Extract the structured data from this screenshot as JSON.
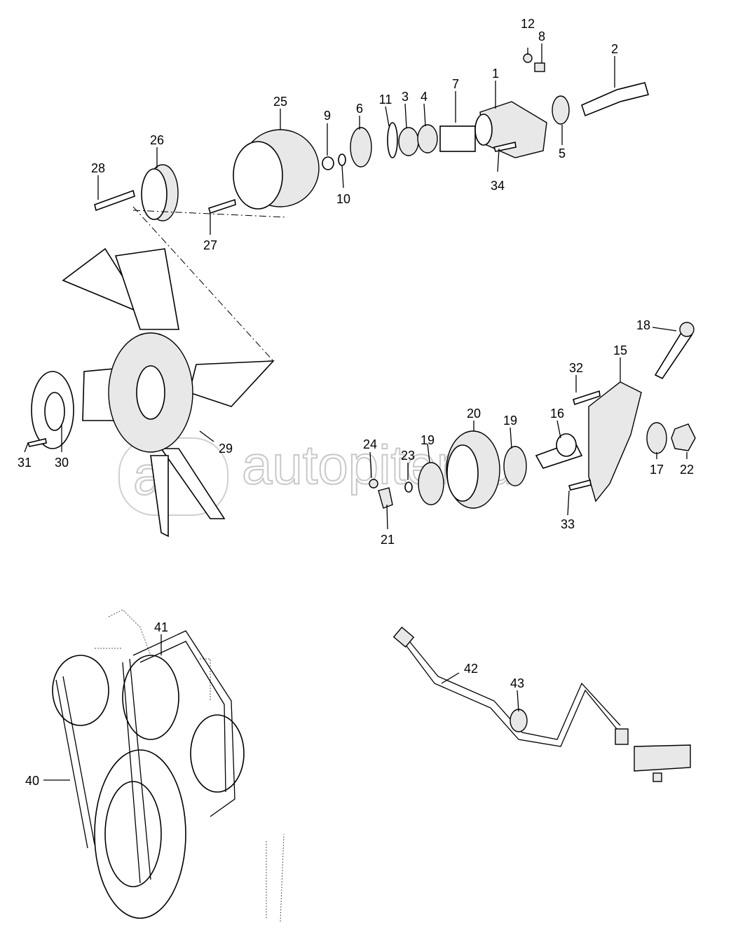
{
  "diagram": {
    "watermark": "autopiter.ru",
    "watermark_logo": "a",
    "callouts": [
      "12",
      "8",
      "2",
      "1",
      "25",
      "9",
      "6",
      "11",
      "3",
      "4",
      "7",
      "26",
      "28",
      "5",
      "34",
      "10",
      "27",
      "18",
      "15",
      "32",
      "20",
      "19",
      "16",
      "24",
      "19",
      "23",
      "29",
      "31",
      "30",
      "17",
      "22",
      "33",
      "21",
      "41",
      "42",
      "43",
      "40"
    ]
  }
}
